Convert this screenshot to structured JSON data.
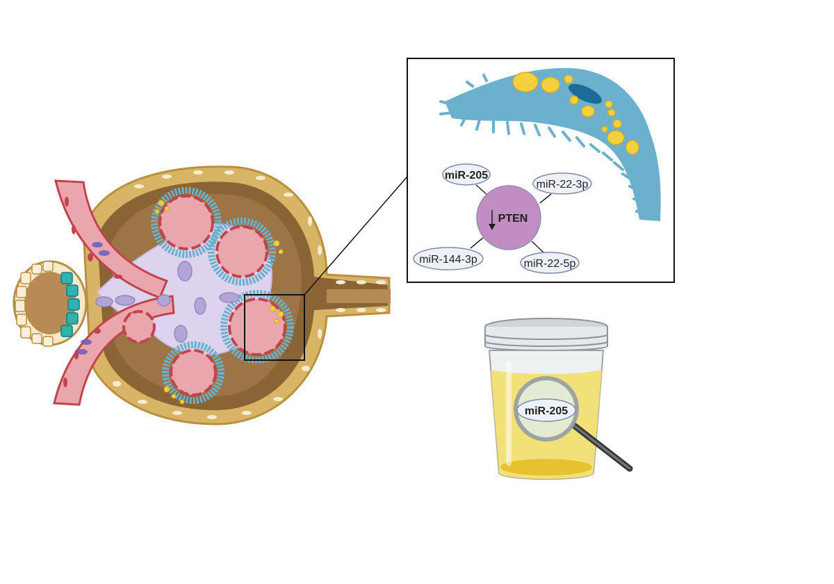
{
  "figure": {
    "inset_mirnas": [
      {
        "id": "mir205",
        "label": "miR-205",
        "bold": true
      },
      {
        "id": "mir22_3p",
        "label": "miR-22-3p",
        "bold": false
      },
      {
        "id": "mir144_3p",
        "label": "miR-144-3p",
        "bold": false
      },
      {
        "id": "mir22_5p",
        "label": "miR-22-5p",
        "bold": false
      }
    ],
    "target": {
      "label": "PTEN",
      "regulation": "down"
    },
    "urine_marker": {
      "label": "miR-205"
    }
  },
  "colors": {
    "capsule_outer": "#c9a34f",
    "capsule_inner": "#8b6a3e",
    "capillary": "#e9a6ac",
    "capillary_wall": "#c2434e",
    "podocyte": "#6bb0cc",
    "podocyte_dark": "#1e6a98",
    "mesangium": "#ddd3ef",
    "mesangial_cell": "#b3a5d6",
    "lipid": "#f4d03f",
    "pten_node": "#c28dc2",
    "mir_node": "#eef1f8",
    "urine": "#f2df6a"
  }
}
